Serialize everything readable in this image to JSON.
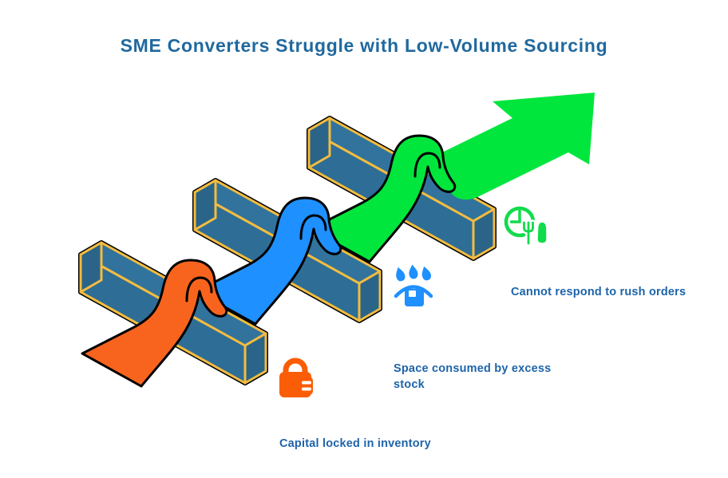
{
  "title": "SME Converters Struggle with Low-Volume Sourcing",
  "captions": {
    "capital": "Capital locked in inventory",
    "space": "Space consumed by excess stock",
    "rush": "Cannot respond to rush orders"
  },
  "icons": {
    "capital": "padlock-icon",
    "space": "water-drops-package-icon",
    "rush": "clock-cutlery-icon"
  },
  "colors": {
    "bg": "#ffffff",
    "title_color": "#20699e",
    "caption_color": "#1e64aa",
    "ribbon_orange": "#f8641e",
    "ribbon_blue": "#1e90ff",
    "ribbon_green": "#00e63c",
    "icon_orange": "#fa5d05",
    "icon_blue": "#1e90ff",
    "icon_green": "#12db4c",
    "bar_fill": "#2e6d96",
    "bar_top": "#31739d",
    "bar_cap": "#2a6489",
    "bar_edge": "#f3bc3f",
    "outline_color": "#000000"
  }
}
